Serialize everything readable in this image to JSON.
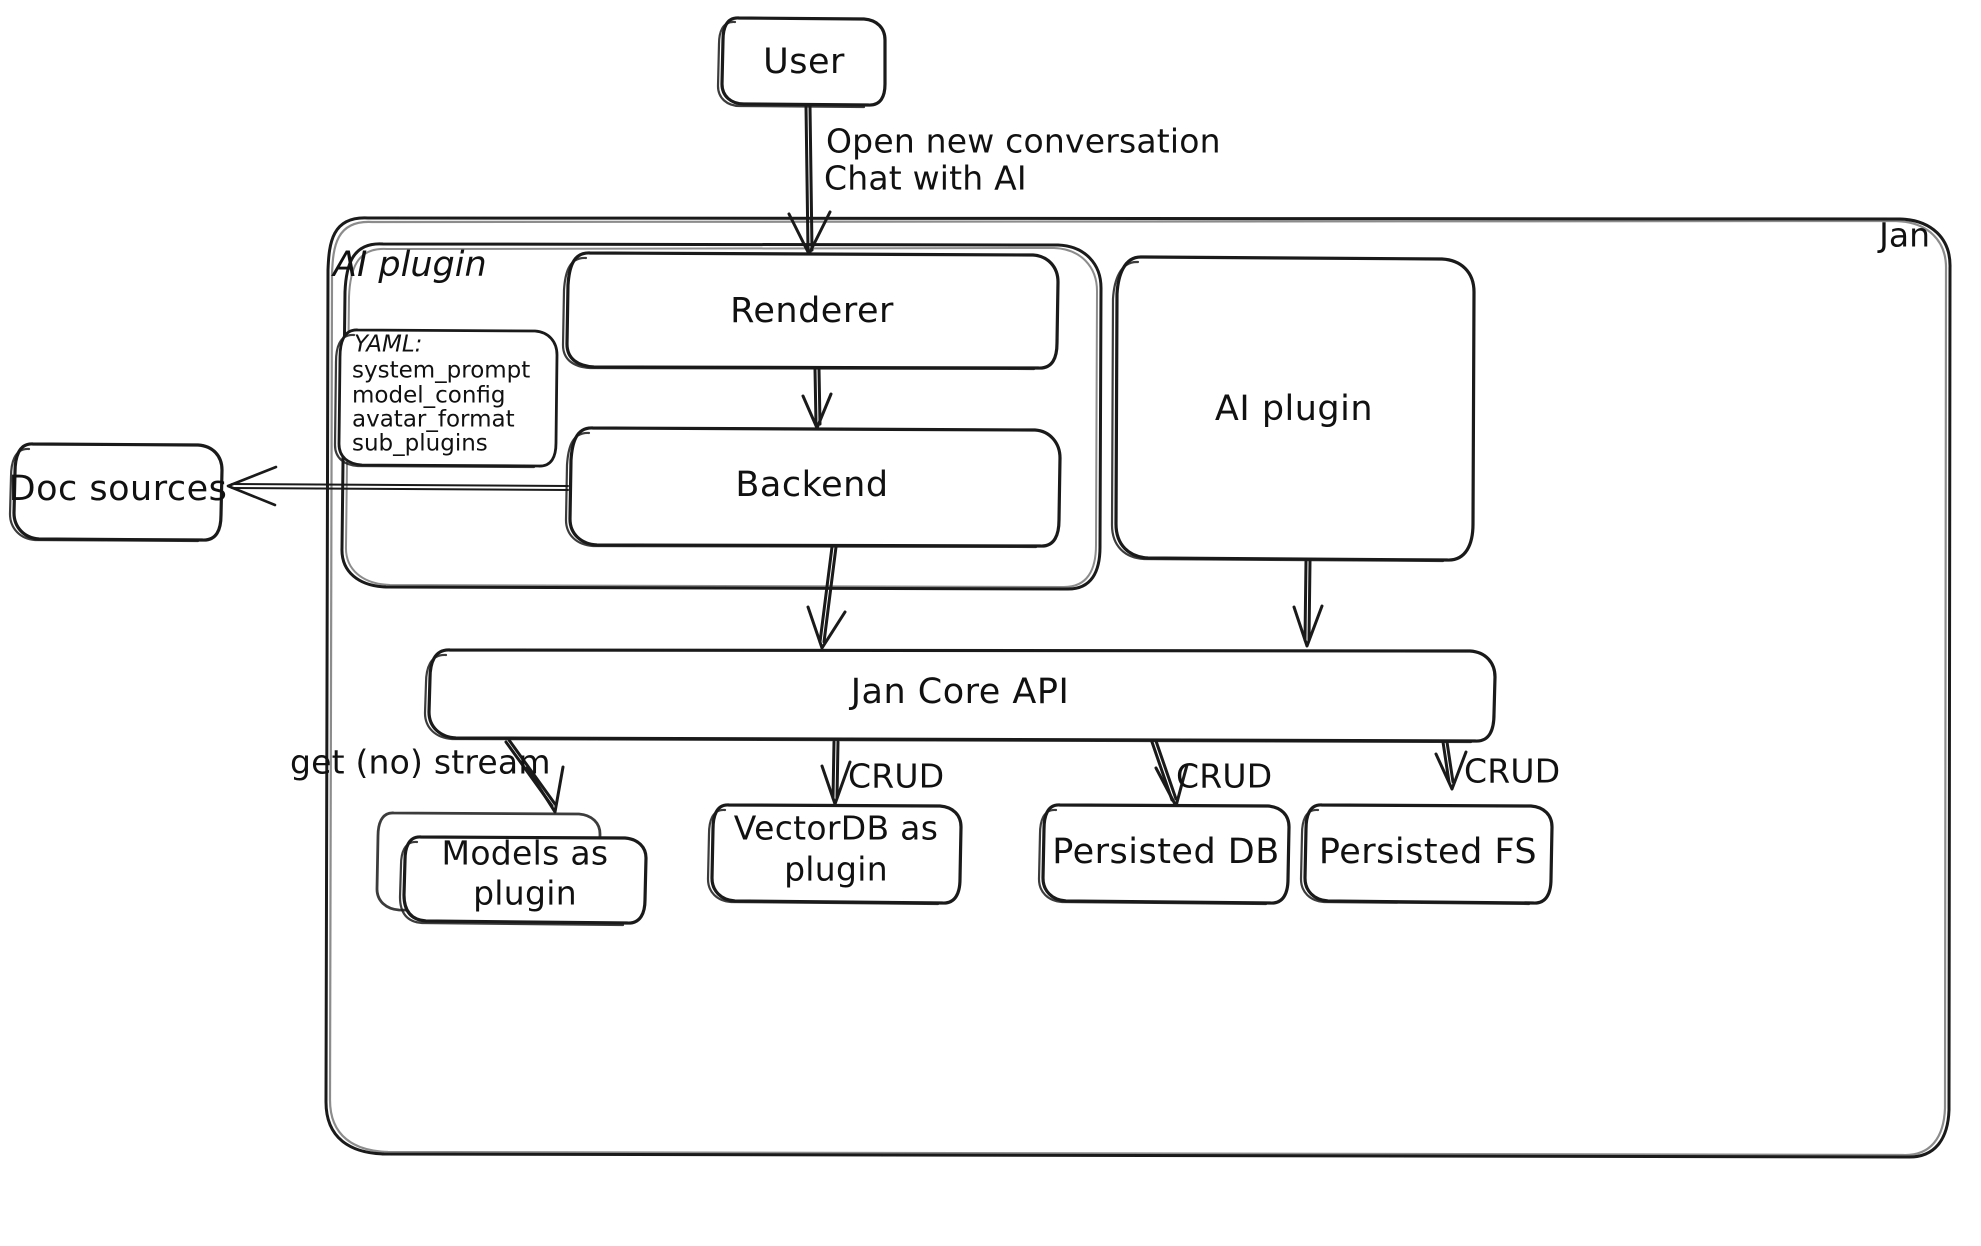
{
  "diagram": {
    "title_visible": false,
    "style": "hand-drawn whiteboard architecture diagram",
    "colors": {
      "stroke": "#1a1a1a",
      "background": "#ffffff",
      "text": "#111111"
    },
    "containers": [
      {
        "id": "jan",
        "label": "Jan",
        "label_position": "top-right"
      },
      {
        "id": "ai-plugin-group",
        "label": "AI plugin",
        "label_position": "top-left"
      }
    ],
    "nodes": [
      {
        "id": "user",
        "label": "User"
      },
      {
        "id": "renderer",
        "label": "Renderer"
      },
      {
        "id": "backend",
        "label": "Backend"
      },
      {
        "id": "ai-plugin",
        "label": "AI plugin"
      },
      {
        "id": "doc-sources",
        "label": "Doc sources"
      },
      {
        "id": "jan-core-api",
        "label": "Jan Core API"
      },
      {
        "id": "models-as-plugin",
        "label_line1": "Models as",
        "label_line2": "plugin",
        "stacked": true
      },
      {
        "id": "vectordb-as-plugin",
        "label_line1": "VectorDB as",
        "label_line2": "plugin"
      },
      {
        "id": "persisted-db",
        "label": "Persisted DB"
      },
      {
        "id": "persisted-fs",
        "label": "Persisted FS"
      }
    ],
    "yaml_note": {
      "heading": "YAML:",
      "items": [
        "system_prompt",
        "model_config",
        "avatar_format",
        "sub_plugins"
      ]
    },
    "edge_labels": {
      "user_to_renderer_line1": "Open new conversation",
      "user_to_renderer_line2": "Chat with AI",
      "core_to_models": "get (no) stream",
      "core_to_vectordb": "CRUD",
      "core_to_persisted_db": "CRUD",
      "core_to_persisted_fs": "CRUD"
    },
    "edges": [
      {
        "from": "user",
        "to": "renderer",
        "label": "Open new conversation / Chat with AI"
      },
      {
        "from": "renderer",
        "to": "backend",
        "label": ""
      },
      {
        "from": "backend",
        "to": "doc-sources",
        "label": ""
      },
      {
        "from": "backend",
        "to": "jan-core-api",
        "label": ""
      },
      {
        "from": "ai-plugin",
        "to": "jan-core-api",
        "label": ""
      },
      {
        "from": "jan-core-api",
        "to": "models-as-plugin",
        "label": "get (no) stream"
      },
      {
        "from": "jan-core-api",
        "to": "vectordb-as-plugin",
        "label": "CRUD"
      },
      {
        "from": "jan-core-api",
        "to": "persisted-db",
        "label": "CRUD"
      },
      {
        "from": "jan-core-api",
        "to": "persisted-fs",
        "label": "CRUD"
      }
    ]
  }
}
